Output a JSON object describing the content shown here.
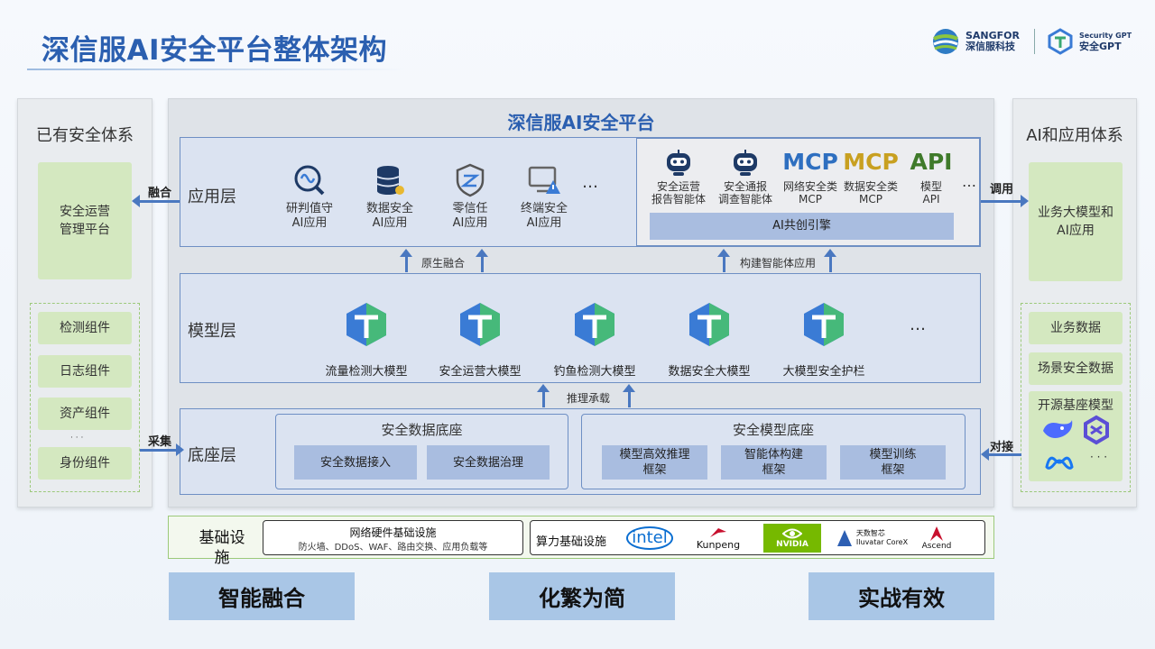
{
  "title": "深信服AI安全平台整体架构",
  "brand": {
    "sangfor_en": "SANGFOR",
    "sangfor_cn": "深信服科技",
    "gpt_en": "Security GPT",
    "gpt_cn": "安全GPT"
  },
  "left_panel": {
    "title": "已有安全体系",
    "mgmt": "安全运营\n管理平台",
    "components": [
      "检测组件",
      "日志组件",
      "资产组件",
      "身份组件"
    ],
    "dots": "· · ·"
  },
  "main": {
    "title": "深信服AI安全平台",
    "app_layer": {
      "label": "应用层",
      "apps": [
        {
          "icon": "research-search-icon",
          "line1": "研判值守",
          "line2": "AI应用"
        },
        {
          "icon": "database-icon",
          "line1": "数据安全",
          "line2": "AI应用"
        },
        {
          "icon": "zero-trust-shield-icon",
          "line1": "零信任",
          "line2": "AI应用"
        },
        {
          "icon": "endpoint-warning-icon",
          "line1": "终端安全",
          "line2": "AI应用"
        }
      ],
      "ellipsis": "…",
      "agents": [
        {
          "icon": "robot-icon",
          "text": "安全运营\n报告智能体",
          "color": "#1e3a66"
        },
        {
          "icon": "robot-icon",
          "text": "安全通报\n调查智能体",
          "color": "#1e3a66"
        },
        {
          "icon": "MCP",
          "text": "网络安全类\nMCP",
          "color": "#2e6fc0"
        },
        {
          "icon": "MCP",
          "text": "数据安全类\nMCP",
          "color": "#c8a020"
        },
        {
          "icon": "API",
          "text": "模型\nAPI",
          "color": "#3f7a2a"
        }
      ],
      "agents_ellipsis": "…",
      "engine": "AI共创引擎"
    },
    "arrows_1": {
      "left": "原生融合",
      "right": "构建智能体应用"
    },
    "model_layer": {
      "label": "模型层",
      "models": [
        "流量检测大模型",
        "安全运营大模型",
        "钓鱼检测大模型",
        "数据安全大模型",
        "大模型安全护栏"
      ],
      "ellipsis": "…"
    },
    "arrows_2": {
      "center": "推理承载"
    },
    "base_layer": {
      "label": "底座层",
      "data_base": {
        "title": "安全数据底座",
        "items": [
          "安全数据接入",
          "安全数据治理"
        ]
      },
      "model_base": {
        "title": "安全模型底座",
        "items": [
          "模型高效推理\n框架",
          "智能体构建\n框架",
          "模型训练\n框架"
        ]
      }
    }
  },
  "side_arrows": {
    "fuse": "融合",
    "call": "调用",
    "collect": "采集",
    "connect": "对接"
  },
  "right_panel": {
    "title": "AI和应用体系",
    "biz_model": "业务大模型和\nAI应用",
    "items": [
      "业务数据",
      "场景安全数据"
    ],
    "open_source": "开源基座模型",
    "dots": "· · ·"
  },
  "infra": {
    "label": "基础设\n施",
    "network": {
      "title": "网络硬件基础设施",
      "sub": "防火墙、DDoS、WAF、路由交换、应用负载等"
    },
    "compute": {
      "label": "算力基础设施",
      "vendors": [
        "intel",
        "Kunpeng",
        "NVIDIA",
        "天数智芯\nIluvatar CoreX",
        "Ascend"
      ]
    }
  },
  "bottom": [
    "智能融合",
    "化繁为简",
    "实战有效"
  ]
}
